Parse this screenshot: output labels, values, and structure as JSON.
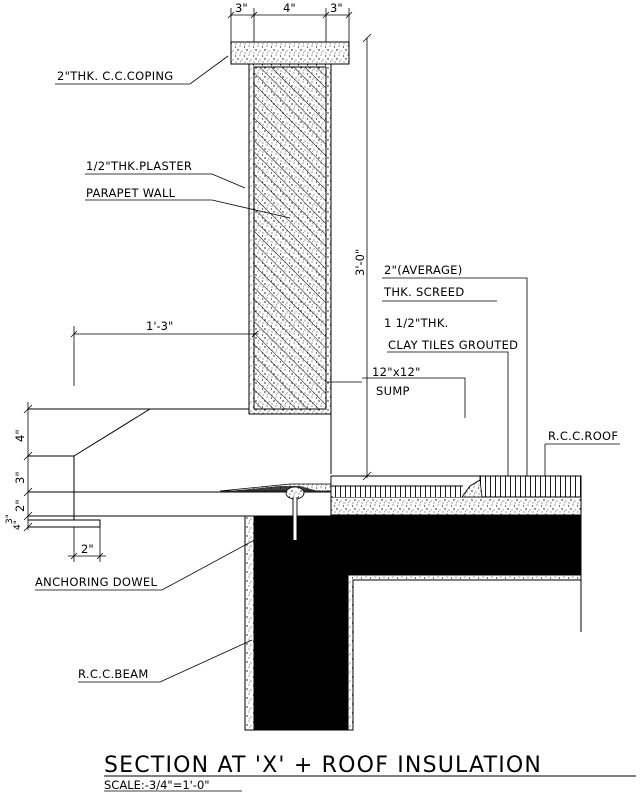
{
  "dimensions": {
    "top_left": "3\"",
    "top_mid": "4\"",
    "top_right": "3\"",
    "parapet_height": "3'-0\"",
    "overhang": "1'-3\"",
    "left_4": "4\"",
    "left_3": "3\"",
    "left_2": "2\"",
    "left_small": "3\"",
    "left_small2": "4\"",
    "drip": "2\""
  },
  "labels": {
    "coping": "2\"THK. C.C.COPING",
    "plaster": "1/2\"THK.PLASTER",
    "parapet": "PARAPET WALL",
    "screed_1": "2\"(AVERAGE)",
    "screed_2": "THK. SCREED",
    "tiles_1": "1  1/2\"THK.",
    "tiles_2": "CLAY TILES GROUTED",
    "sump_1": "12\"x12\"",
    "sump_2": "SUMP",
    "roof": "R.C.C.ROOF",
    "dowel": "ANCHORING DOWEL",
    "beam": "R.C.C.BEAM"
  },
  "title": {
    "main": "SECTION AT 'X'   +   ROOF INSULATION",
    "scale": "SCALE:-3/4\"=1'-0\""
  }
}
